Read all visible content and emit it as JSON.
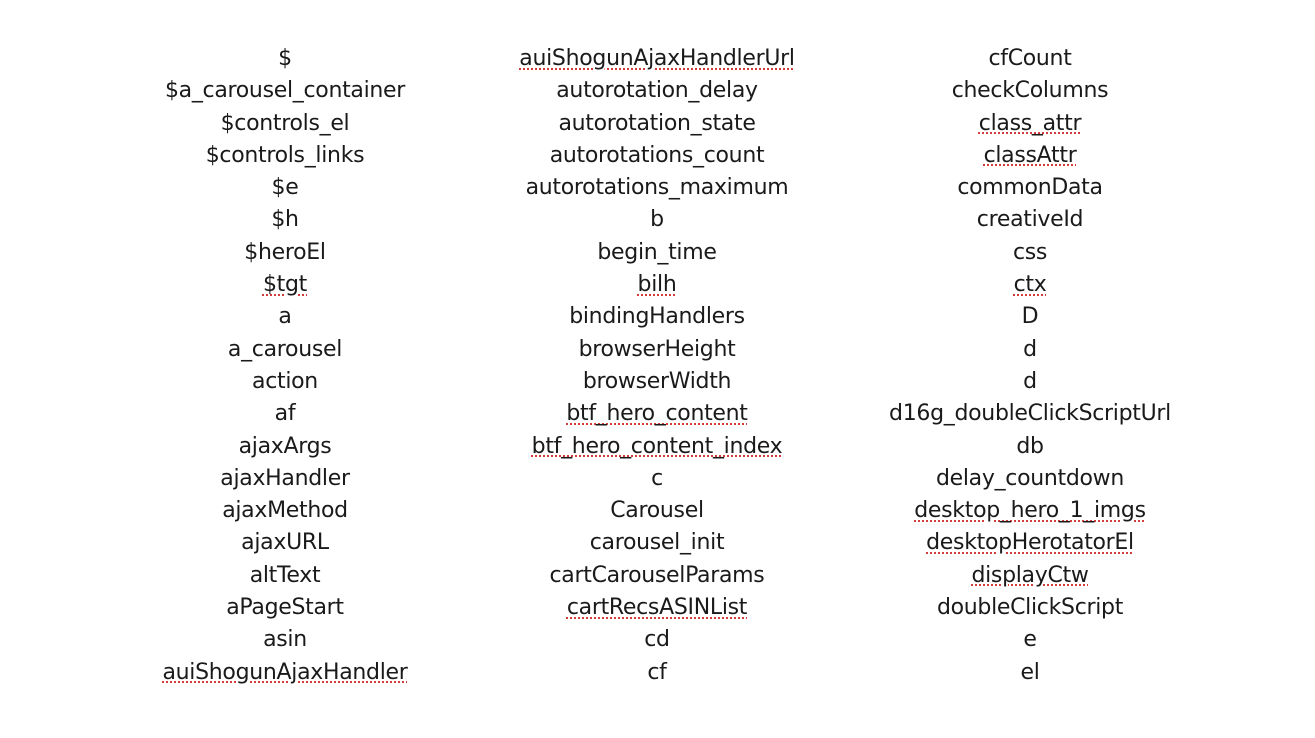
{
  "columns": [
    {
      "words": [
        {
          "text": "$",
          "spell_flag": false
        },
        {
          "text": "$a_carousel_container",
          "spell_flag": false
        },
        {
          "text": "$controls_el",
          "spell_flag": false
        },
        {
          "text": "$controls_links",
          "spell_flag": false
        },
        {
          "text": "$e",
          "spell_flag": false
        },
        {
          "text": "$h",
          "spell_flag": false
        },
        {
          "text": "$heroEl",
          "spell_flag": false
        },
        {
          "text": "$tgt",
          "spell_flag": true
        },
        {
          "text": "a",
          "spell_flag": false
        },
        {
          "text": "a_carousel",
          "spell_flag": false
        },
        {
          "text": "action",
          "spell_flag": false
        },
        {
          "text": "af",
          "spell_flag": false
        },
        {
          "text": "ajaxArgs",
          "spell_flag": false
        },
        {
          "text": "ajaxHandler",
          "spell_flag": false
        },
        {
          "text": "ajaxMethod",
          "spell_flag": false
        },
        {
          "text": "ajaxURL",
          "spell_flag": false
        },
        {
          "text": "altText",
          "spell_flag": false
        },
        {
          "text": "aPageStart",
          "spell_flag": false
        },
        {
          "text": "asin",
          "spell_flag": false
        },
        {
          "text": "auiShogunAjaxHandler",
          "spell_flag": true
        }
      ]
    },
    {
      "words": [
        {
          "text": "auiShogunAjaxHandlerUrl",
          "spell_flag": true
        },
        {
          "text": "autorotation_delay",
          "spell_flag": false
        },
        {
          "text": "autorotation_state",
          "spell_flag": false
        },
        {
          "text": "autorotations_count",
          "spell_flag": false
        },
        {
          "text": "autorotations_maximum",
          "spell_flag": false
        },
        {
          "text": "b",
          "spell_flag": false
        },
        {
          "text": "begin_time",
          "spell_flag": false
        },
        {
          "text": "bilh",
          "spell_flag": true
        },
        {
          "text": "bindingHandlers",
          "spell_flag": false
        },
        {
          "text": "browserHeight",
          "spell_flag": false
        },
        {
          "text": "browserWidth",
          "spell_flag": false
        },
        {
          "text": "btf_hero_content",
          "spell_flag": true
        },
        {
          "text": "btf_hero_content_index",
          "spell_flag": true
        },
        {
          "text": "c",
          "spell_flag": false
        },
        {
          "text": "Carousel",
          "spell_flag": false
        },
        {
          "text": "carousel_init",
          "spell_flag": false
        },
        {
          "text": "cartCarouselParams",
          "spell_flag": false
        },
        {
          "text": "cartRecsASINList",
          "spell_flag": true
        },
        {
          "text": "cd",
          "spell_flag": false
        },
        {
          "text": "cf",
          "spell_flag": false
        }
      ]
    },
    {
      "words": [
        {
          "text": "cfCount",
          "spell_flag": false
        },
        {
          "text": "checkColumns",
          "spell_flag": false
        },
        {
          "text": "class_attr",
          "spell_flag": true
        },
        {
          "text": "classAttr",
          "spell_flag": true
        },
        {
          "text": "commonData",
          "spell_flag": false
        },
        {
          "text": "creativeId",
          "spell_flag": false
        },
        {
          "text": "css",
          "spell_flag": false
        },
        {
          "text": "ctx",
          "spell_flag": true
        },
        {
          "text": "D",
          "spell_flag": false
        },
        {
          "text": "d",
          "spell_flag": false
        },
        {
          "text": "d",
          "spell_flag": false
        },
        {
          "text": "d16g_doubleClickScriptUrl",
          "spell_flag": false
        },
        {
          "text": "db",
          "spell_flag": false
        },
        {
          "text": "delay_countdown",
          "spell_flag": false
        },
        {
          "text": "desktop_hero_1_imgs",
          "spell_flag": true
        },
        {
          "text": "desktopHerotatorEl",
          "spell_flag": true
        },
        {
          "text": "displayCtw",
          "spell_flag": true
        },
        {
          "text": "doubleClickScript",
          "spell_flag": false
        },
        {
          "text": "e",
          "spell_flag": false
        },
        {
          "text": "el",
          "spell_flag": false
        }
      ]
    }
  ]
}
